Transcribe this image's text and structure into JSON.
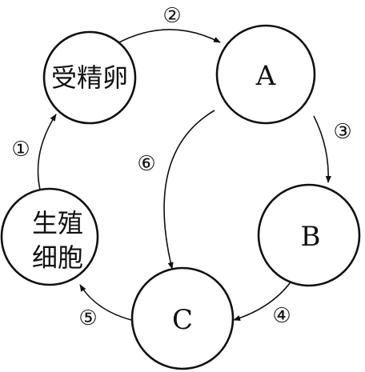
{
  "nodes": {
    "zygote": {
      "label": "受精卵"
    },
    "a": {
      "label": "A"
    },
    "b": {
      "label": "B"
    },
    "c": {
      "label": "C"
    },
    "germ_cell": {
      "line1": "生殖",
      "line2": "细胞"
    }
  },
  "steps": {
    "s1": "①",
    "s2": "②",
    "s3": "③",
    "s4": "④",
    "s5": "⑤",
    "s6": "⑥"
  }
}
